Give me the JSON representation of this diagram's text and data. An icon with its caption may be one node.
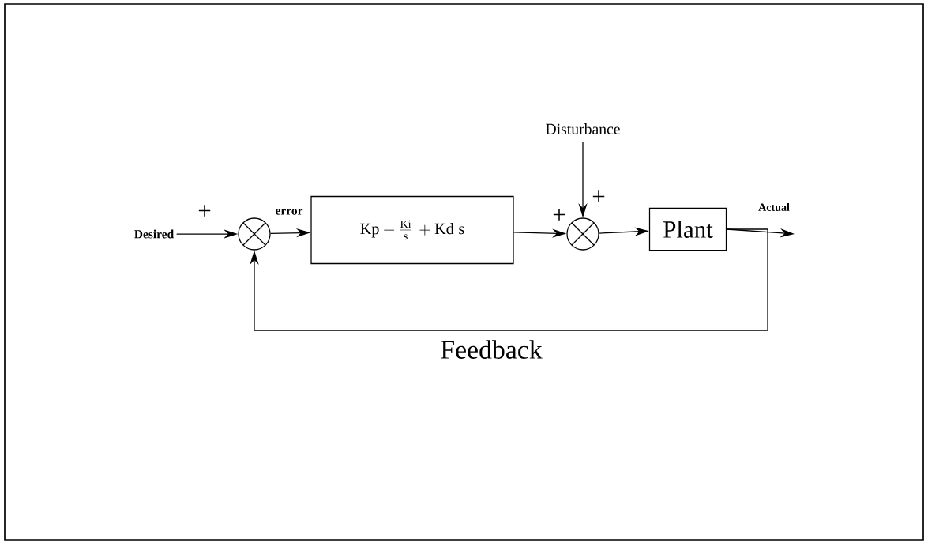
{
  "diagram": {
    "nodes": [
      {
        "text": [
          "Desired"
        ]
      },
      {
        "text": [],
        "shape": "circle"
      },
      {
        "text": [
          "\\mathrm{Kp}+\\frac{\\mathrm{Ki}}{\\mathrm{s}}\\,+\\mathrm{Kd}\\;\\mathrm{s}"
        ]
      },
      {
        "text": [
          "Disturbance"
        ]
      },
      {
        "text": [],
        "shape": "circle"
      },
      {
        "text": [
          "Plant"
        ]
      }
    ],
    "edges": [
      {
        "from": 0,
        "to": 1,
        "arrow": "to"
      },
      {
        "from": 1,
        "to": 2,
        "arrow": "to",
        "label": "error"
      },
      {
        "from": 2,
        "to": 4,
        "arrow": "to"
      },
      {
        "from": 3,
        "to": 4,
        "arrow": "to"
      },
      {
        "from": 4,
        "to": 5,
        "arrow": "to"
      },
      {
        "from": 5,
        "to": null,
        "arrow": "to",
        "label": "Actual"
      },
      {
        "from": 5,
        "to": 1,
        "arrow": "to",
        "label": "Feedback"
      }
    ],
    "labels": [
      "+",
      "+",
      "+"
    ]
  }
}
